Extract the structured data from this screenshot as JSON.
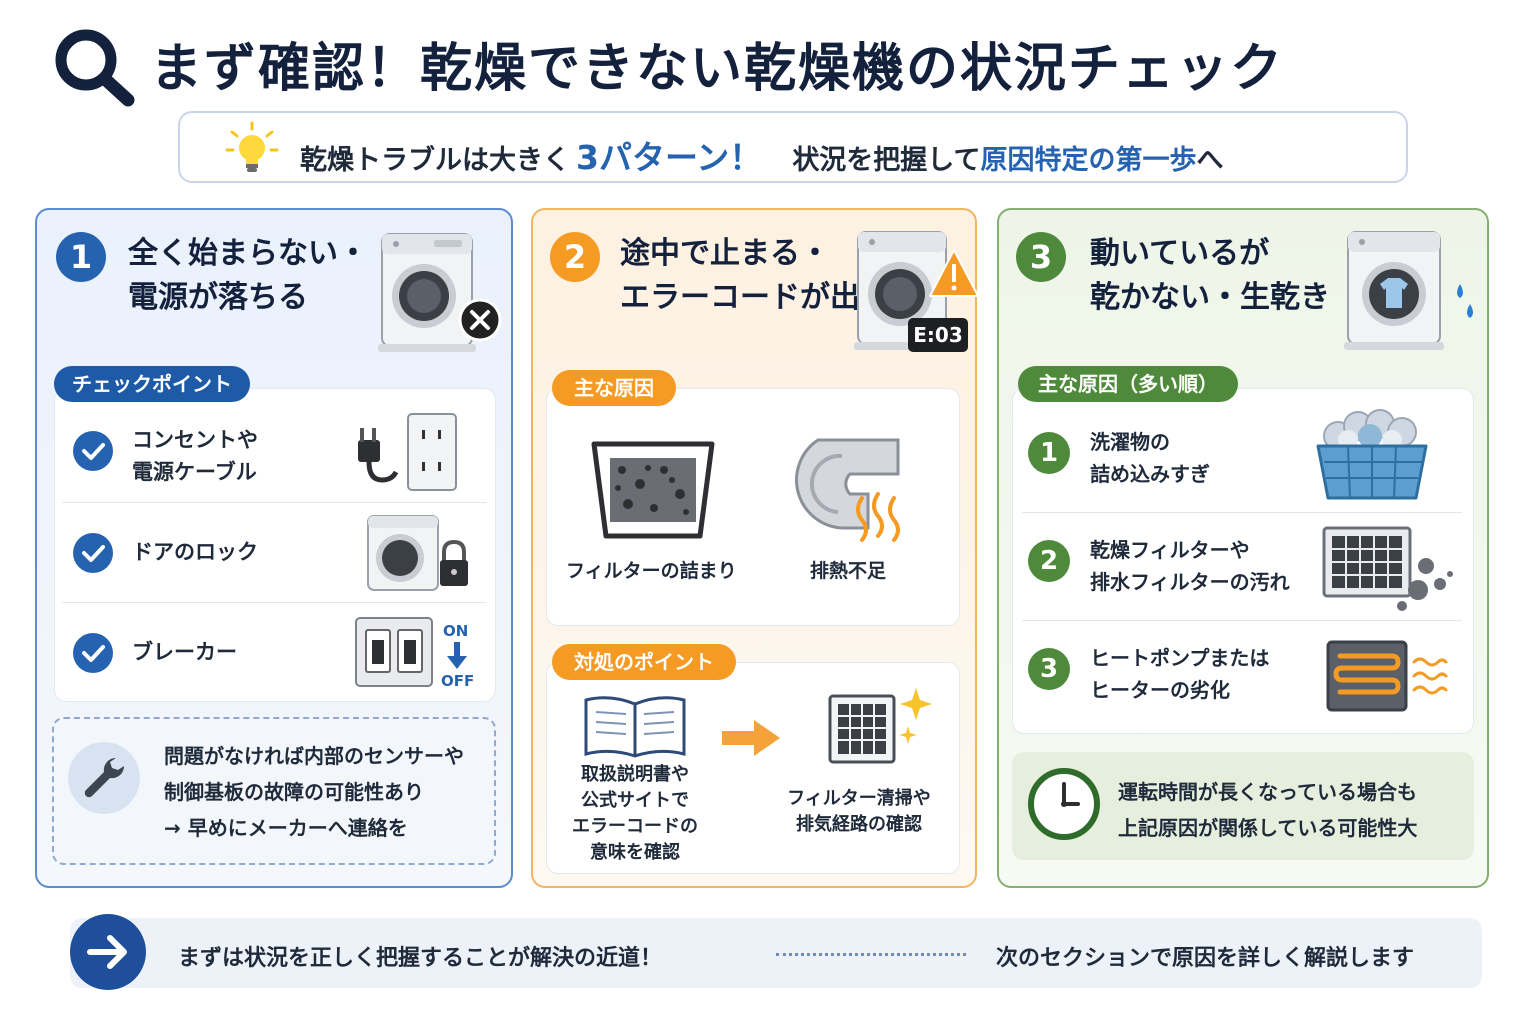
{
  "header": {
    "title": "まず確認！乾燥できない乾燥機の状況チェック",
    "subtitle_part1": "乾燥トラブルは大きく",
    "subtitle_highlight1": "3パターン！",
    "subtitle_part2": "状況を把握して",
    "subtitle_highlight2": "原因特定の第一歩",
    "subtitle_part3": "へ"
  },
  "panels": [
    {
      "number": "1",
      "title_line1": "全く始まらない・",
      "title_line2": "電源が落ちる",
      "tag": "チェックポイント",
      "items": [
        {
          "line1": "コンセントや",
          "line2": "電源ケーブル"
        },
        {
          "line1": "ドアのロック",
          "line2": ""
        },
        {
          "line1": "ブレーカー",
          "line2": ""
        }
      ],
      "switch_on": "ON",
      "switch_off": "OFF",
      "note_line1": "問題がなければ内部のセンサーや",
      "note_line2": "制御基板の故障の可能性あり",
      "note_line3": "→ 早めにメーカーへ連絡を"
    },
    {
      "number": "2",
      "title_line1": "途中で止まる・",
      "title_line2": "エラーコードが出る",
      "error_code": "E:03",
      "tag_causes": "主な原因",
      "causes": [
        "フィルターの詰まり",
        "排熱不足"
      ],
      "tag_actions": "対処のポイント",
      "action1_lines": [
        "取扱説明書や",
        "公式サイトで",
        "エラーコードの",
        "意味を確認"
      ],
      "action2_lines": [
        "フィルター清掃や",
        "排気経路の確認"
      ]
    },
    {
      "number": "3",
      "title_line1": "動いているが",
      "title_line2": "乾かない・生乾き",
      "tag": "主な原因（多い順）",
      "causes": [
        {
          "num": "1",
          "line1": "洗濯物の",
          "line2": "詰め込みすぎ"
        },
        {
          "num": "2",
          "line1": "乾燥フィルターや",
          "line2": "排水フィルターの汚れ"
        },
        {
          "num": "3",
          "line1": "ヒートポンプまたは",
          "line2": "ヒーターの劣化"
        }
      ],
      "note_line1": "運転時間が長くなっている場合も",
      "note_line2": "上記原因が関係している可能性大"
    }
  ],
  "footer": {
    "left": "まずは状況を正しく把握することが解決の近道！",
    "right": "次のセクションで原因を詳しく解説します"
  },
  "colors": {
    "navy": "#14213d",
    "blue": "#2563b0",
    "orange": "#f59a23",
    "green": "#4f8a3c"
  }
}
